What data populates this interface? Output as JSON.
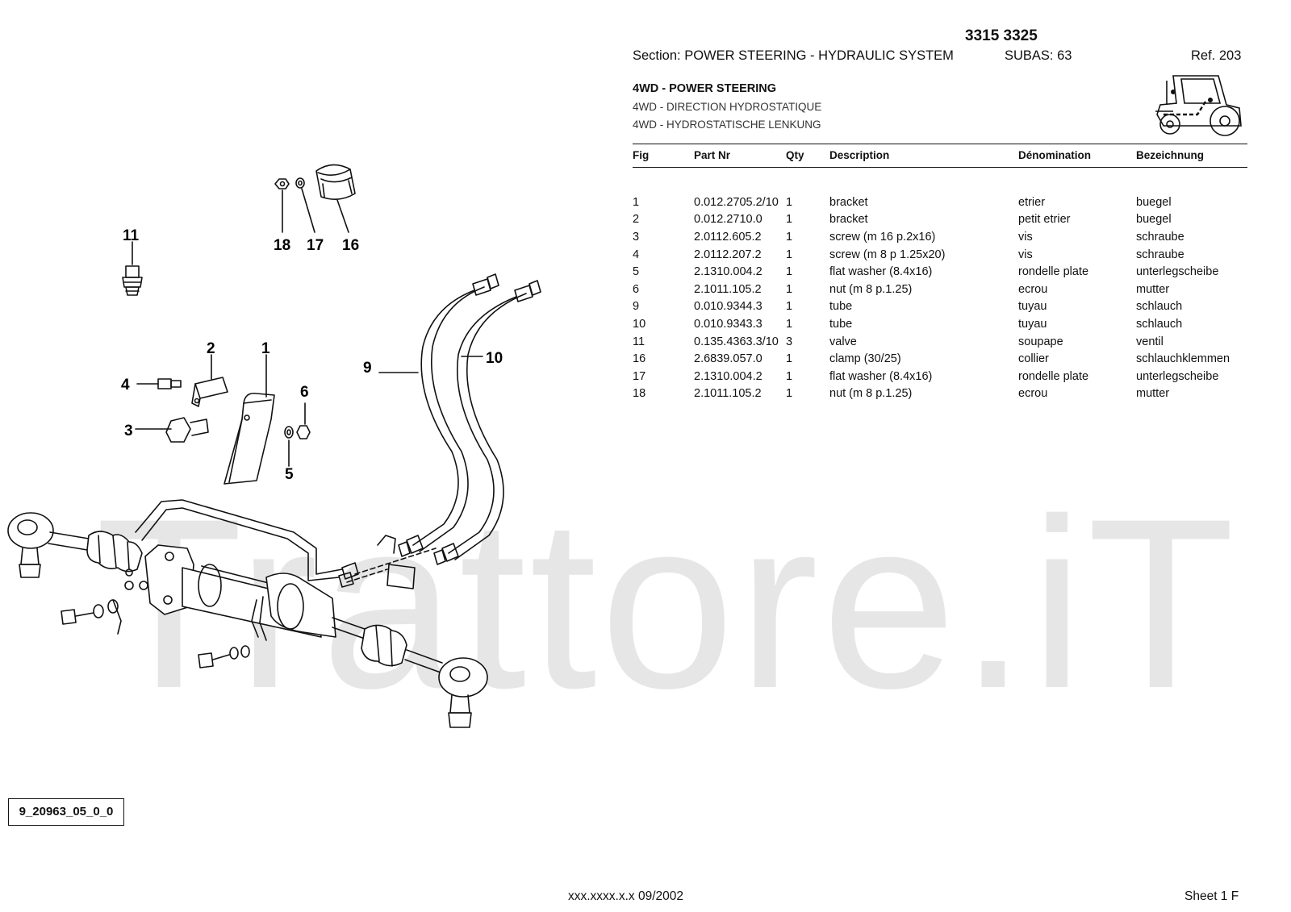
{
  "watermark": "Trattore.iT",
  "header": {
    "models": "3315 3325",
    "section": "Section: POWER STEERING - HYDRAULIC SYSTEM",
    "subas": "SUBAS: 63",
    "ref": "Ref. 203",
    "title_en": "4WD - POWER STEERING",
    "title_fr": "4WD - DIRECTION HYDROSTATIQUE",
    "title_de": "4WD - HYDROSTATISCHE LENKUNG",
    "icon": "tractor-location-icon"
  },
  "table": {
    "columns": [
      "Fig",
      "Part Nr",
      "Qty",
      "Description",
      "Dénomination",
      "Bezeichnung"
    ],
    "rows": [
      [
        "1",
        "0.012.2705.2/10",
        "1",
        "bracket",
        "etrier",
        "buegel"
      ],
      [
        "2",
        "0.012.2710.0",
        "1",
        "bracket",
        "petit etrier",
        "buegel"
      ],
      [
        "3",
        "2.0112.605.2",
        "1",
        "screw (m 16 p.2x16)",
        "vis",
        "schraube"
      ],
      [
        "4",
        "2.0112.207.2",
        "1",
        "screw (m 8 p 1.25x20)",
        "vis",
        "schraube"
      ],
      [
        "5",
        "2.1310.004.2",
        "1",
        "flat washer (8.4x16)",
        "rondelle plate",
        "unterlegscheibe"
      ],
      [
        "6",
        "2.1011.105.2",
        "1",
        "nut (m 8 p.1.25)",
        "ecrou",
        "mutter"
      ],
      [
        "9",
        "0.010.9344.3",
        "1",
        "tube",
        "tuyau",
        "schlauch"
      ],
      [
        "10",
        "0.010.9343.3",
        "1",
        "tube",
        "tuyau",
        "schlauch"
      ],
      [
        "11",
        "0.135.4363.3/10",
        "3",
        "valve",
        "soupape",
        "ventil"
      ],
      [
        "16",
        "2.6839.057.0",
        "1",
        "clamp (30/25)",
        "collier",
        "schlauchklemmen"
      ],
      [
        "17",
        "2.1310.004.2",
        "1",
        "flat washer (8.4x16)",
        "rondelle plate",
        "unterlegscheibe"
      ],
      [
        "18",
        "2.1011.105.2",
        "1",
        "nut (m 8 p.1.25)",
        "ecrou",
        "mutter"
      ]
    ]
  },
  "drawing": {
    "callouts": {
      "c1": "1",
      "c2": "2",
      "c3": "3",
      "c4": "4",
      "c5": "5",
      "c6": "6",
      "c9": "9",
      "c10": "10",
      "c11": "11",
      "c16": "16",
      "c17": "17",
      "c18": "18"
    }
  },
  "figure_ref": "9_20963_05_0_0",
  "footer": {
    "code": "xxx.xxxx.x.x  09/2002",
    "sheet": "Sheet 1 F"
  }
}
